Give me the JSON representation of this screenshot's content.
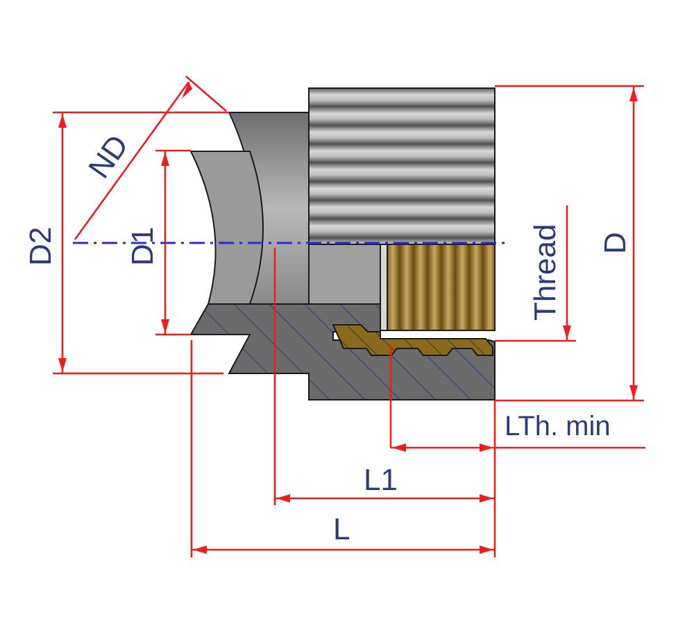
{
  "diagram": {
    "labels": {
      "nd": "ND",
      "d2": "D2",
      "d1": "D1",
      "thread": "Thread",
      "d": "D",
      "lth_min": "LTh. min",
      "l1": "L1",
      "l": "L"
    },
    "colors": {
      "dimension_line": "#ee1c1c",
      "axis_line": "#2a2ad6",
      "label_text": "#2b3a7a",
      "body_grey": "#8f8f8f",
      "section_grey": "#6a6a6a",
      "brass": "#8a6a1c",
      "hatch": "#2a3a7a"
    }
  }
}
